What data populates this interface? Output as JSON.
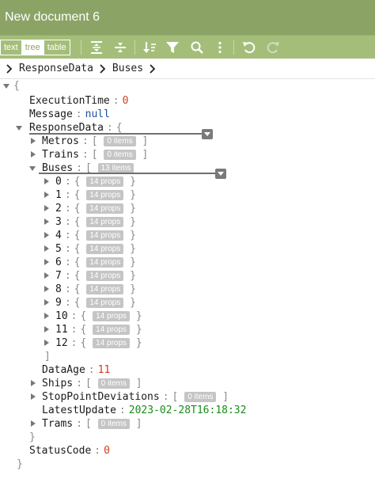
{
  "window": {
    "title": "New document 6"
  },
  "toolbar": {
    "modes": [
      "text",
      "tree",
      "table"
    ],
    "active_mode": "tree",
    "icons": [
      "expand-all-icon",
      "collapse-all-icon",
      "sort-icon",
      "filter-icon",
      "search-icon",
      "more-icon",
      "undo-icon",
      "redo-icon"
    ]
  },
  "breadcrumb": {
    "items": [
      "ResponseData",
      "Buses"
    ]
  },
  "tree": {
    "open_brace": "{",
    "close_brace": "}",
    "colon": ":",
    "open_bracket": "[",
    "close_bracket": "]",
    "execution_time": {
      "key": "ExecutionTime",
      "value": "0"
    },
    "message": {
      "key": "Message",
      "value": "null"
    },
    "response_data": {
      "key": "ResponseData",
      "metros": {
        "key": "Metros",
        "badge": "0 items"
      },
      "trains": {
        "key": "Trains",
        "badge": "0 items"
      },
      "buses": {
        "key": "Buses",
        "badge": "13 items",
        "items": [
          {
            "index": "0",
            "badge": "14 props"
          },
          {
            "index": "1",
            "badge": "14 props"
          },
          {
            "index": "2",
            "badge": "14 props"
          },
          {
            "index": "3",
            "badge": "14 props"
          },
          {
            "index": "4",
            "badge": "14 props"
          },
          {
            "index": "5",
            "badge": "14 props"
          },
          {
            "index": "6",
            "badge": "14 props"
          },
          {
            "index": "7",
            "badge": "14 props"
          },
          {
            "index": "8",
            "badge": "14 props"
          },
          {
            "index": "9",
            "badge": "14 props"
          },
          {
            "index": "10",
            "badge": "14 props"
          },
          {
            "index": "11",
            "badge": "14 props"
          },
          {
            "index": "12",
            "badge": "14 props"
          }
        ]
      },
      "data_age": {
        "key": "DataAge",
        "value": "11"
      },
      "ships": {
        "key": "Ships",
        "badge": "0 items"
      },
      "stop_point_deviations": {
        "key": "StopPointDeviations",
        "badge": "0 items"
      },
      "latest_update": {
        "key": "LatestUpdate",
        "value": "2023-02-28T16:18:32"
      },
      "trams": {
        "key": "Trams",
        "badge": "0 items"
      }
    },
    "status_code": {
      "key": "StatusCode",
      "value": "0"
    }
  }
}
